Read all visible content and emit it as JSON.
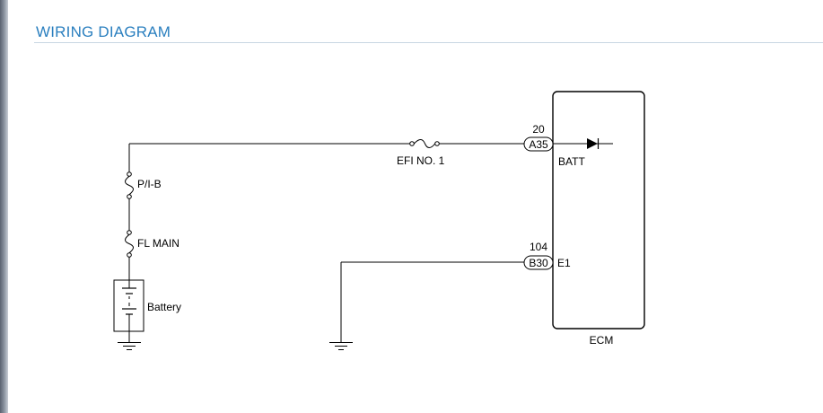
{
  "header": {
    "partial_text": "",
    "title": "WIRING DIAGRAM"
  },
  "diagram": {
    "ecm": {
      "label": "ECM",
      "batt": {
        "pin": "20",
        "connector": "A35",
        "terminal": "BATT"
      },
      "e1": {
        "pin": "104",
        "connector": "B30",
        "terminal": "E1"
      }
    },
    "fuses": {
      "efi": "EFI NO. 1",
      "pib": "P/I-B",
      "fl_main": "FL MAIN"
    },
    "battery": "Battery"
  },
  "colors": {
    "title": "#2a7fbf",
    "rule": "#c8d6e2",
    "wire": "#000000"
  }
}
